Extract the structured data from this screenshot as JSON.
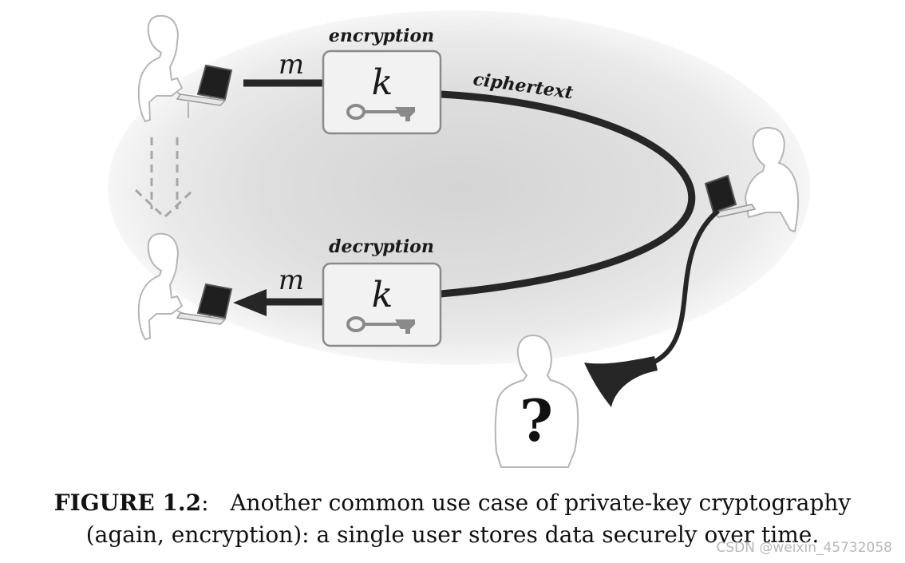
{
  "figure": {
    "encryption_label": "encryption",
    "decryption_label": "decryption",
    "ciphertext_label": "ciphertext",
    "message_top": "m",
    "message_bottom": "m",
    "key_top": "k",
    "key_bottom": "k",
    "mystery_symbol": "?"
  },
  "caption": {
    "label": "FIGURE 1.2",
    "separator": ":",
    "line1": "Another common use case of private-key cryptography",
    "line2": "(again, encryption): a single user stores data securely over time."
  },
  "watermark": "CSDN @weixin_45732058",
  "colors": {
    "stroke": "#262626",
    "box_fill": "#f2f2f2",
    "box_border": "#8a8a8a",
    "key_fill": "#8a8a8a",
    "person_outline": "#b5b5b5",
    "dashed_arrow": "#a6a6a6"
  }
}
